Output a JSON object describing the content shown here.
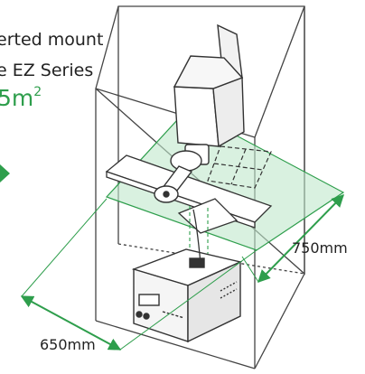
{
  "caption": {
    "line1": "erted mount",
    "line2": "e EZ Series",
    "area_value": "5m",
    "area_exponent": "2"
  },
  "dimensions": {
    "depth_label": "750mm",
    "width_label": "650mm"
  },
  "colors": {
    "accent_green": "#2e9e4c",
    "fill_green": "#bfe8cc",
    "line": "#333333"
  }
}
